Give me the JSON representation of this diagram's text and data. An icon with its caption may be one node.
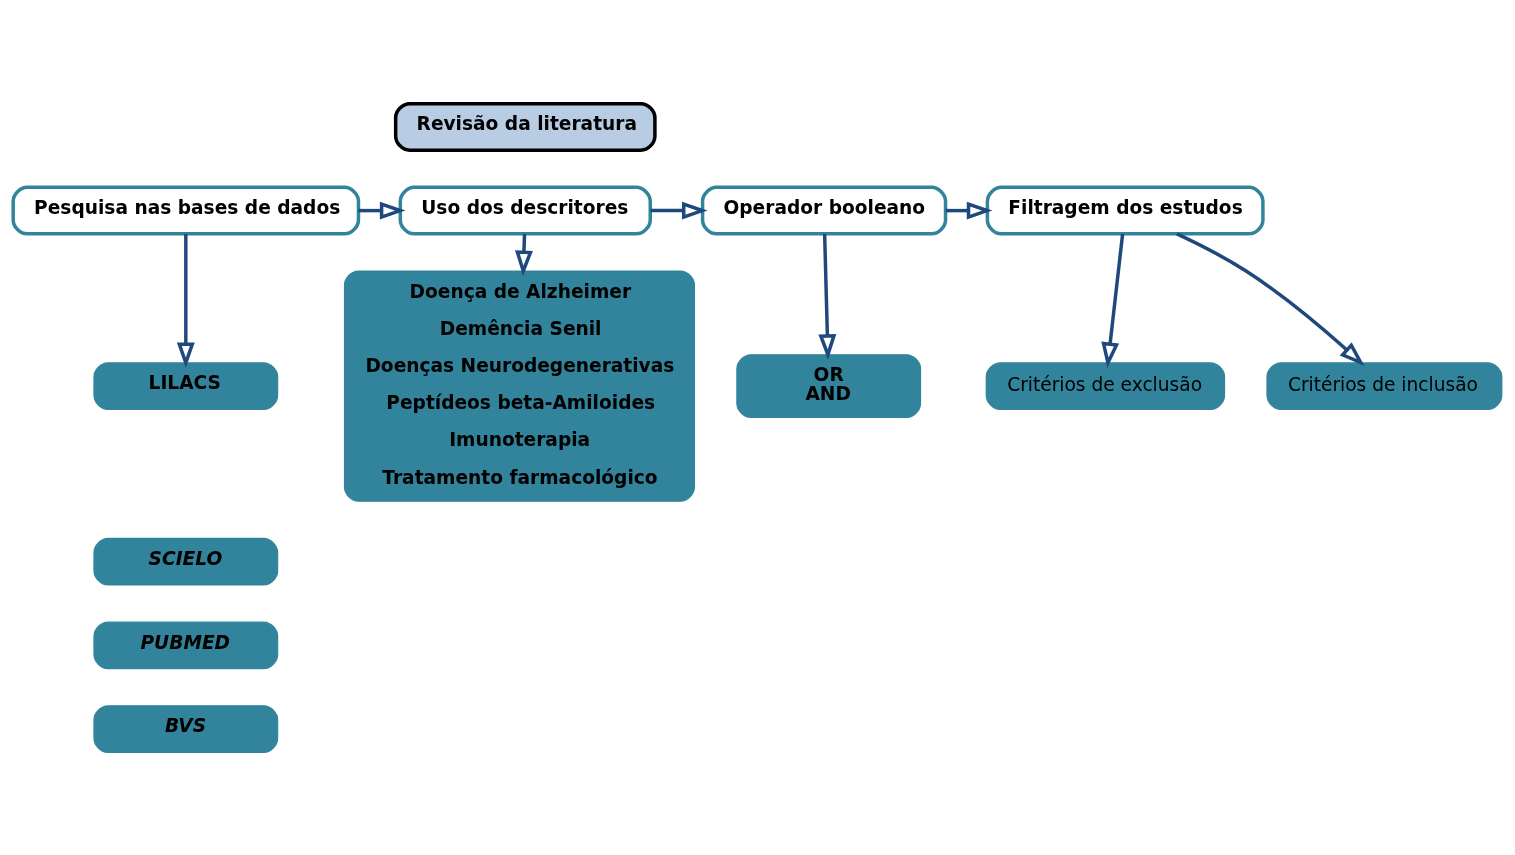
{
  "diagram": {
    "nodes": [
      {
        "text": [
          "Revisão da literatura"
        ]
      },
      {
        "text": [
          "Pesquisa nas bases de dados"
        ]
      },
      {
        "text": [
          "LILACS"
        ]
      },
      {
        "text": [
          "SCIELO"
        ]
      },
      {
        "text": [
          "PUBMED"
        ]
      },
      {
        "text": [
          "BVS"
        ]
      },
      {
        "text": [
          "Uso dos descritores"
        ]
      },
      {
        "text": [
          "Doença de Alzheimer",
          "Demência Senil",
          "Doenças Neurodegenerativas",
          "Peptídeos beta-Amiloides",
          "Imunoterapia",
          "Tratamento farmacológico"
        ]
      },
      {
        "text": [
          "Operador booleano"
        ]
      },
      {
        "text": [
          "OR",
          "AND"
        ]
      },
      {
        "text": [
          "Filtragem dos estudos"
        ]
      },
      {
        "text": [
          "Critérios de inclusão"
        ]
      },
      {
        "text": [
          "Critérios de exclusão"
        ]
      }
    ],
    "edges": [
      {
        "from": 1,
        "to": 2,
        "arrow": "to"
      },
      {
        "from": 1,
        "to": 6,
        "arrow": "to"
      },
      {
        "from": 6,
        "to": 7,
        "arrow": "to"
      },
      {
        "from": 6,
        "to": 8,
        "arrow": "to"
      },
      {
        "from": 8,
        "to": 9,
        "arrow": "to"
      },
      {
        "from": 8,
        "to": 10,
        "arrow": "to"
      },
      {
        "from": 10,
        "to": 11,
        "arrow": "to"
      },
      {
        "from": 10,
        "to": 12,
        "arrow": "to"
      }
    ]
  }
}
